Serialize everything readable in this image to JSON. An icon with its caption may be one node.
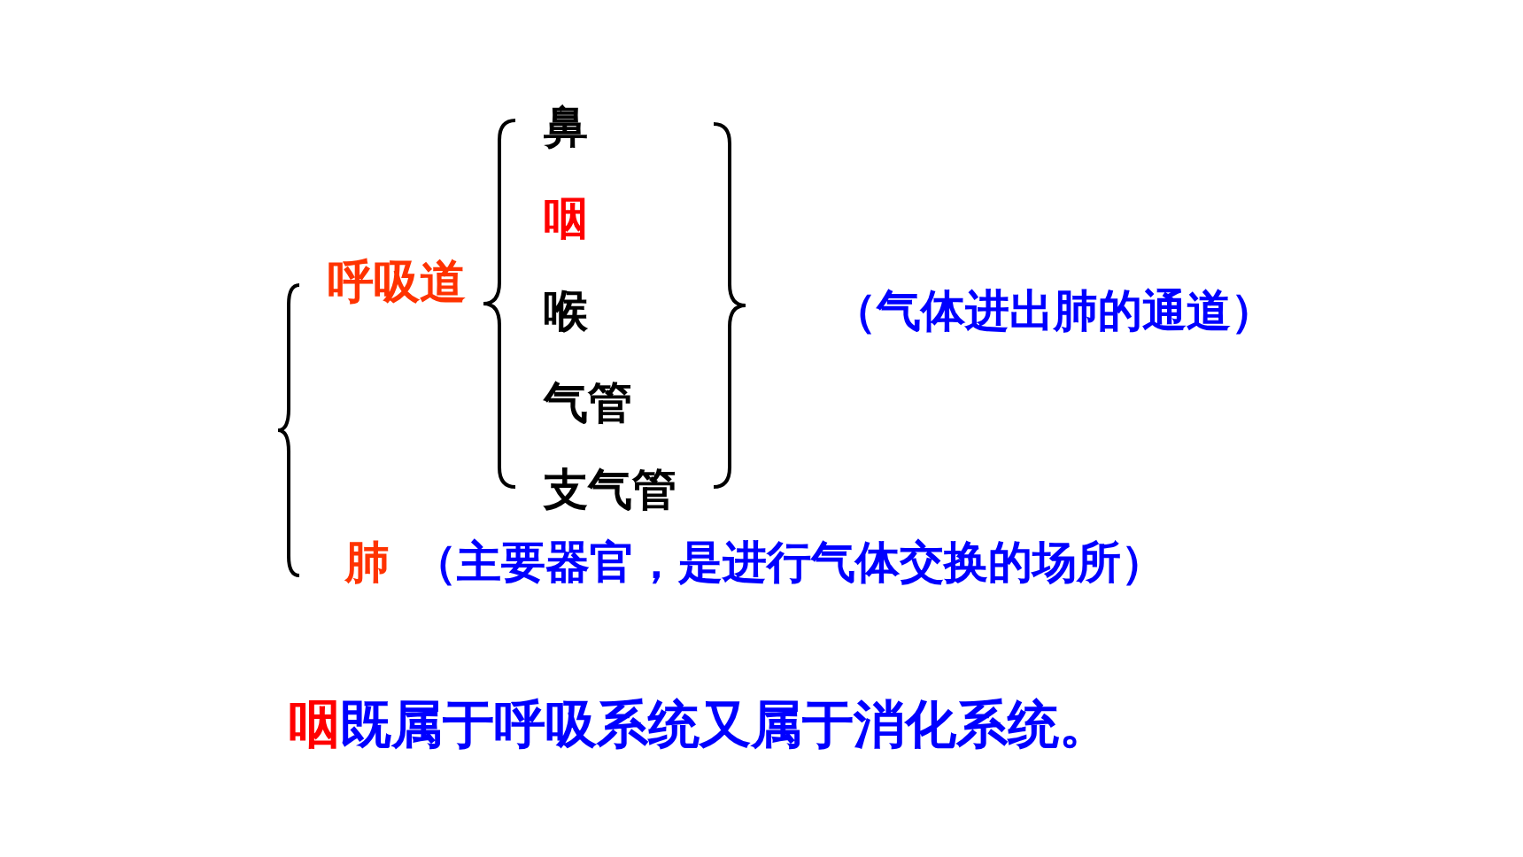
{
  "diagram": {
    "labels": [
      "呼吸道",
      "鼻",
      "咽",
      "喉",
      "气管",
      "支气管",
      "（气体进出肺的通道）",
      "肺",
      "（主要器官，是进行气体交换的场所）",
      "**咽**既属于呼吸系统又属于消化系统。"
    ]
  }
}
